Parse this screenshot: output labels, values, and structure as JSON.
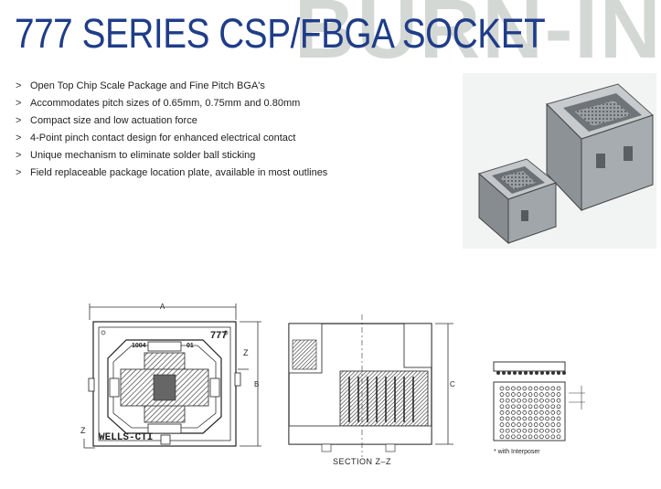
{
  "header": {
    "title": "777 SERIES CSP/FBGA SOCKET",
    "watermark": "BURN-IN"
  },
  "features": [
    {
      "bullet": ">",
      "text": "Open Top Chip Scale Package and Fine Pitch BGA's"
    },
    {
      "bullet": ">",
      "text": "Accommodates pitch sizes of 0.65mm, 0.75mm and 0.80mm"
    },
    {
      "bullet": ">",
      "text": "Compact size and low actuation force"
    },
    {
      "bullet": ">",
      "text": "4-Point pinch contact design for enhanced electrical contact"
    },
    {
      "bullet": ">",
      "text": "Unique mechanism to eliminate solder ball sticking"
    },
    {
      "bullet": ">",
      "text": "Field replaceable package location plate, available in most outlines"
    }
  ],
  "drawing": {
    "dim_a": "A",
    "dim_b": "B",
    "dim_c": "C",
    "dim_z_top": "Z",
    "dim_z_bottom": "Z",
    "part_no": "777",
    "code_left": "1004",
    "code_right": "01",
    "brand": "WELLS-CTI",
    "section_label": "SECTION Z–Z",
    "interposer_note": "* with Interposer"
  },
  "colors": {
    "title": "#1f3d88",
    "watermark": "#d4d8d5"
  }
}
